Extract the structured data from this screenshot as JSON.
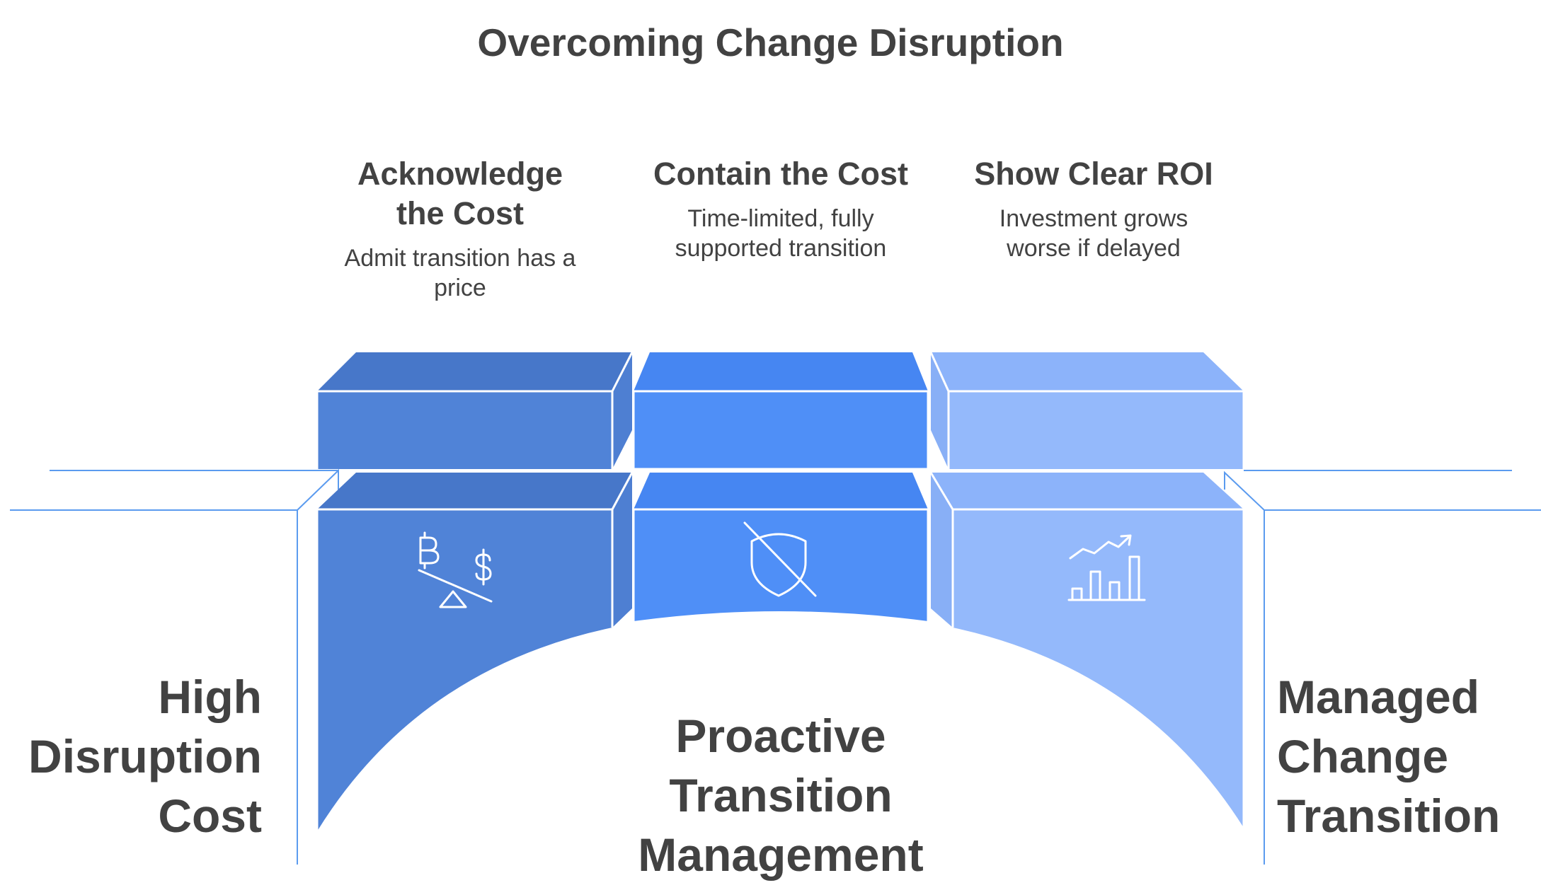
{
  "title": "Overcoming Change Disruption",
  "steps": [
    {
      "heading": [
        "Acknowledge",
        "the Cost"
      ],
      "description": [
        "Admit transition has a",
        "price"
      ],
      "icon": "balance-scale-crypto-dollar-icon",
      "color": "#5083d7"
    },
    {
      "heading": [
        "Contain the Cost"
      ],
      "description": [
        "Time-limited, fully",
        "supported transition"
      ],
      "icon": "shield-off-icon",
      "color": "#4f8ff7"
    },
    {
      "heading": [
        "Show Clear ROI"
      ],
      "description": [
        "Investment grows",
        "worse if delayed"
      ],
      "icon": "growth-chart-icon",
      "color": "#94b9fb"
    }
  ],
  "left_label": [
    "High",
    "Disruption",
    "Cost"
  ],
  "center_label": [
    "Proactive",
    "Transition",
    "Management"
  ],
  "right_label": [
    "Managed",
    "Change",
    "Transition"
  ],
  "colors": {
    "text": "#424242",
    "line": "#5b9bef",
    "block1": "#5083d7",
    "block2": "#4f8ff7",
    "block3": "#94b9fb"
  }
}
